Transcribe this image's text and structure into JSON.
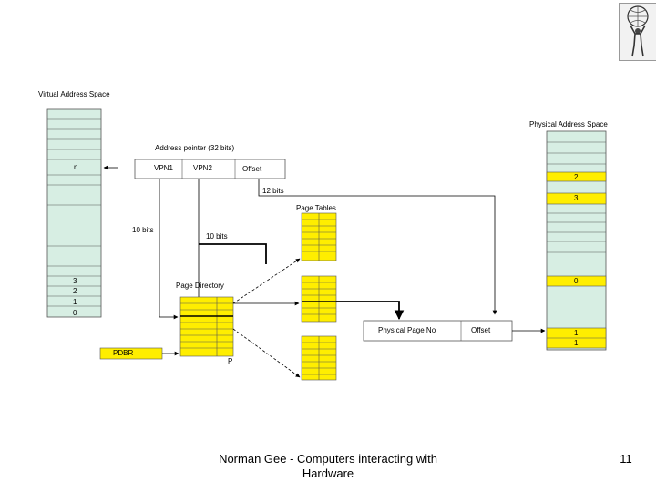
{
  "diagram": {
    "virtual_space_title": "Virtual Address Space",
    "physical_space_title": "Physical Address Space",
    "address_pointer_label": "Address pointer (32 bits)",
    "vpn1": "VPN1",
    "vpn2": "VPN2",
    "offset": "Offset",
    "bits_12": "12 bits",
    "bits_10_a": "10 bits",
    "bits_10_b": "10 bits",
    "page_tables": "Page Tables",
    "page_directory": "Page Directory",
    "pdbr": "PDBR",
    "p": "P",
    "physical_page_no": "Physical Page No",
    "offset_box": "Offset",
    "virtual_n": "n",
    "virtual_3": "3",
    "virtual_2": "2",
    "virtual_1": "1",
    "virtual_0": "0",
    "phys_2": "2",
    "phys_3": "3",
    "phys_0": "0",
    "phys_1a": "1",
    "phys_1b": "1"
  },
  "footer": {
    "line1": "Norman Gee - Computers interacting with",
    "line2": "Hardware",
    "page_number": "11"
  },
  "colors": {
    "space_fill": "#d7eee3",
    "yellow": "#ffee00",
    "frame": "#7f7f7f"
  }
}
